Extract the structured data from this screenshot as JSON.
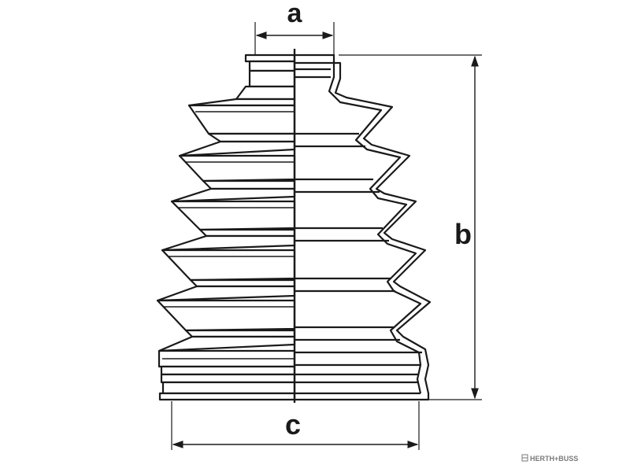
{
  "diagram": {
    "labels": {
      "a": "a",
      "b": "b",
      "c": "c"
    }
  },
  "watermark": {
    "text": "HERTH+BUSS",
    "icon": "herth-buss-logo-icon"
  },
  "colors": {
    "ink": "#1a1a1a",
    "background": "#ffffff",
    "watermark": "#7a7a7a"
  }
}
